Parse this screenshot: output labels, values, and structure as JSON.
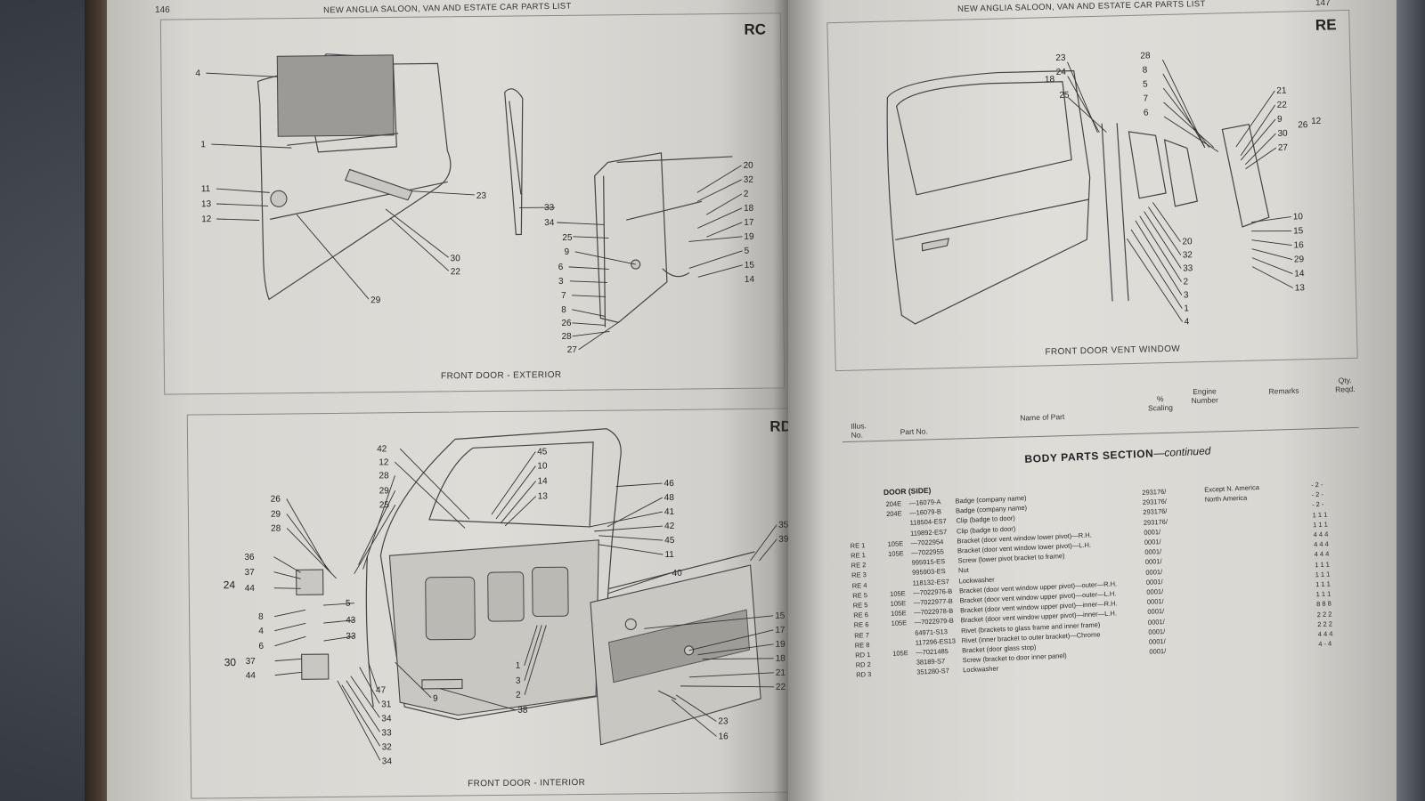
{
  "left_page": {
    "page_number": "146",
    "running_head": "NEW ANGLIA SALOON, VAN AND ESTATE CAR PARTS LIST",
    "panel_rc": {
      "code": "RC",
      "caption": "FRONT DOOR - EXTERIOR",
      "labels": [
        "4",
        "1",
        "11",
        "13",
        "12",
        "29",
        "23",
        "30",
        "22",
        "33",
        "34",
        "25",
        "9",
        "6",
        "3",
        "7",
        "8",
        "26",
        "28",
        "27",
        "20",
        "32",
        "2",
        "18",
        "17",
        "19",
        "5",
        "15",
        "14"
      ]
    },
    "panel_rd": {
      "code": "RD",
      "caption": "FRONT DOOR - INTERIOR",
      "labels": [
        "42",
        "12",
        "28",
        "29",
        "25",
        "26",
        "29",
        "28",
        "24",
        "36",
        "37",
        "44",
        "8",
        "4",
        "6",
        "30",
        "37",
        "44",
        "5",
        "43",
        "33",
        "47",
        "31",
        "34",
        "33",
        "32",
        "34",
        "9",
        "45",
        "10",
        "14",
        "13",
        "46",
        "48",
        "41",
        "42",
        "45",
        "11",
        "40",
        "35",
        "39",
        "1",
        "3",
        "2",
        "38",
        "15",
        "17",
        "19",
        "18",
        "21",
        "22",
        "23",
        "16"
      ]
    }
  },
  "right_page": {
    "page_number": "147",
    "running_head": "NEW ANGLIA SALOON, VAN AND ESTATE CAR PARTS LIST",
    "panel_re": {
      "code": "RE",
      "caption": "FRONT DOOR VENT WINDOW",
      "labels": [
        "23",
        "24",
        "18",
        "25",
        "28",
        "8",
        "5",
        "7",
        "6",
        "21",
        "22",
        "9",
        "30",
        "26",
        "12",
        "27",
        "10",
        "15",
        "16",
        "29",
        "14",
        "13",
        "20",
        "32",
        "33",
        "2",
        "3",
        "1",
        "4"
      ]
    },
    "table_headers": {
      "illus": "Illus. No.",
      "part_no": "Part No.",
      "name": "Name of Part",
      "scaling": "% Scaling",
      "engine": "Engine Number",
      "remarks": "Remarks",
      "qty": "Qty. Reqd."
    },
    "section_title": "BODY PARTS SECTION",
    "section_suffix": "—continued",
    "group_title": "DOOR (SIDE)",
    "rows": [
      {
        "illus": "",
        "prefix": "204E",
        "part": "—16079-A",
        "name": "Badge (company name)",
        "engine": "293176/",
        "remarks": "Except N. America",
        "qty": "-  2  -"
      },
      {
        "illus": "",
        "prefix": "204E",
        "part": "—16079-B",
        "name": "Badge (company name)",
        "engine": "293176/",
        "remarks": "North America",
        "qty": "-  2  -"
      },
      {
        "illus": "",
        "prefix": "",
        "part": "118504-ES7",
        "name": "Clip (badge to door)",
        "engine": "293176/",
        "remarks": "",
        "qty": "-  2  -"
      },
      {
        "illus": "",
        "prefix": "",
        "part": "119892-ES7",
        "name": "Clip (badge to door)",
        "engine": "293176/",
        "remarks": "",
        "qty": "1  1  1"
      },
      {
        "illus": "RE 1",
        "prefix": "105E",
        "part": "—7022954",
        "name": "Bracket (door vent window lower pivot)—R.H.",
        "engine": "0001/",
        "remarks": "",
        "qty": "1  1  1"
      },
      {
        "illus": "RE 1",
        "prefix": "105E",
        "part": "—7022955",
        "name": "Bracket (door vent window lower pivot)—L.H.",
        "engine": "0001/",
        "remarks": "",
        "qty": "4  4  4"
      },
      {
        "illus": "RE 2",
        "prefix": "",
        "part": "995915-ES",
        "name": "Screw (lower pivot bracket to frame)",
        "engine": "0001/",
        "remarks": "",
        "qty": "4  4  4"
      },
      {
        "illus": "RE 3",
        "prefix": "",
        "part": "995903-ES",
        "name": "Nut",
        "engine": "0001/",
        "remarks": "",
        "qty": "4  4  4"
      },
      {
        "illus": "RE 4",
        "prefix": "",
        "part": "118132-ES7",
        "name": "Lockwasher",
        "engine": "0001/",
        "remarks": "",
        "qty": "1  1  1"
      },
      {
        "illus": "RE 5",
        "prefix": "105E",
        "part": "—7022976-B",
        "name": "Bracket (door vent window upper pivot)—outer—R.H.",
        "engine": "0001/",
        "remarks": "",
        "qty": "1  1  1"
      },
      {
        "illus": "RE 5",
        "prefix": "105E",
        "part": "—7022977-B",
        "name": "Bracket (door vent window upper pivot)—outer—L.H.",
        "engine": "0001/",
        "remarks": "",
        "qty": "1  1  1"
      },
      {
        "illus": "RE 6",
        "prefix": "105E",
        "part": "—7022978-B",
        "name": "Bracket (door vent window upper pivot)—inner—R.H.",
        "engine": "0001/",
        "remarks": "",
        "qty": "1  1  1"
      },
      {
        "illus": "RE 6",
        "prefix": "105E",
        "part": "—7022979-B",
        "name": "Bracket (door vent window upper pivot)—inner—L.H.",
        "engine": "0001/",
        "remarks": "",
        "qty": "8  8  8"
      },
      {
        "illus": "RE 7",
        "prefix": "",
        "part": "64971-S13",
        "name": "Rivet (brackets to glass frame and inner frame)",
        "engine": "0001/",
        "remarks": "",
        "qty": "2  2  2"
      },
      {
        "illus": "RE 8",
        "prefix": "",
        "part": "117296-ES13",
        "name": "Rivet (inner bracket to outer bracket)—Chrome",
        "engine": "0001/",
        "remarks": "",
        "qty": "2  2  2"
      },
      {
        "illus": "RD 1",
        "prefix": "105E",
        "part": "—7021485",
        "name": "Bracket (door glass stop)",
        "engine": "0001/",
        "remarks": "",
        "qty": "4  4  4"
      },
      {
        "illus": "RD 2",
        "prefix": "",
        "part": "38189-S7",
        "name": "Screw (bracket to door inner panel)",
        "engine": "0001/",
        "remarks": "",
        "qty": "4  -  4"
      },
      {
        "illus": "RD 3",
        "prefix": "",
        "part": "351280-S7",
        "name": "Lockwasher",
        "engine": "",
        "remarks": "",
        "qty": ""
      }
    ]
  }
}
